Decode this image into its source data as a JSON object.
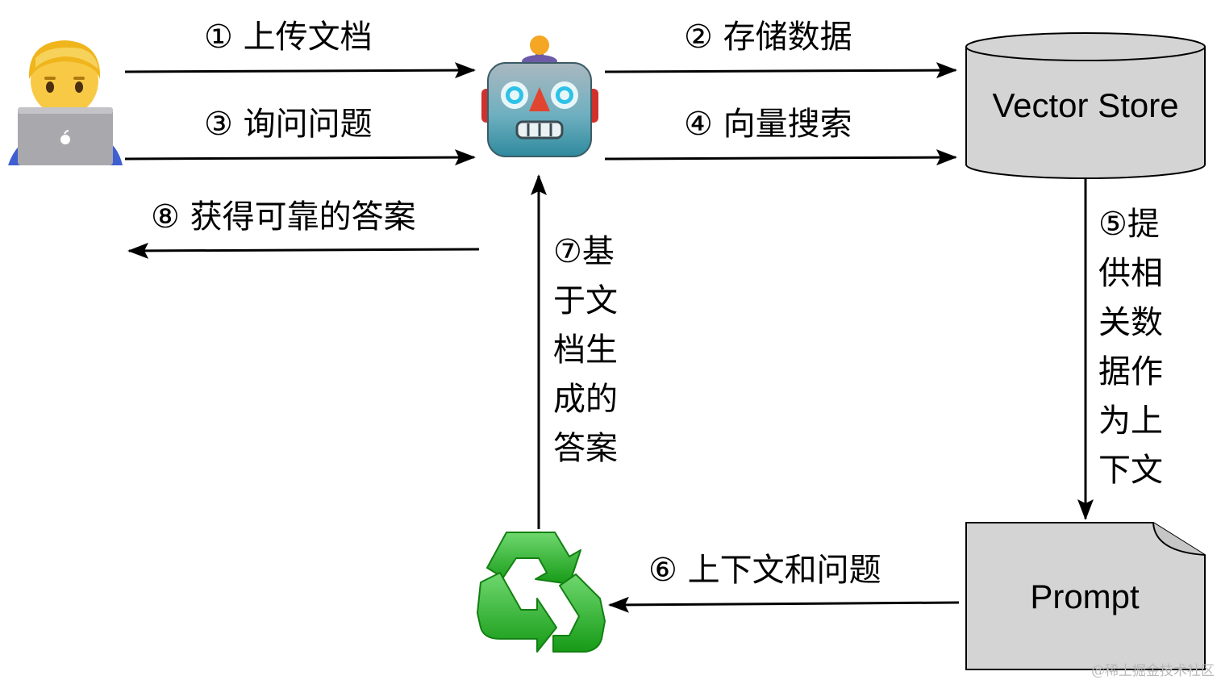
{
  "steps": {
    "s1": "① 上传文档",
    "s2": "② 存储数据",
    "s3": "③ 询问问题",
    "s4": "④ 向量搜索",
    "s5": "⑤提供相关数据作为上下文",
    "s6": "⑥ 上下文和问题",
    "s7": "⑦基于文档生成的答案",
    "s8": "⑧ 获得可靠的答案"
  },
  "nodes": {
    "user": "user-with-laptop-icon",
    "bot": "robot-icon",
    "llm": "recycle-icon",
    "vector_store": "Vector Store",
    "prompt": "Prompt"
  },
  "watermark": "@稀土掘金技术社区",
  "colors": {
    "box_fill": "#d4d4d4",
    "recycle_green": "#2fb52f",
    "robot_face": "#6fb0c0"
  }
}
